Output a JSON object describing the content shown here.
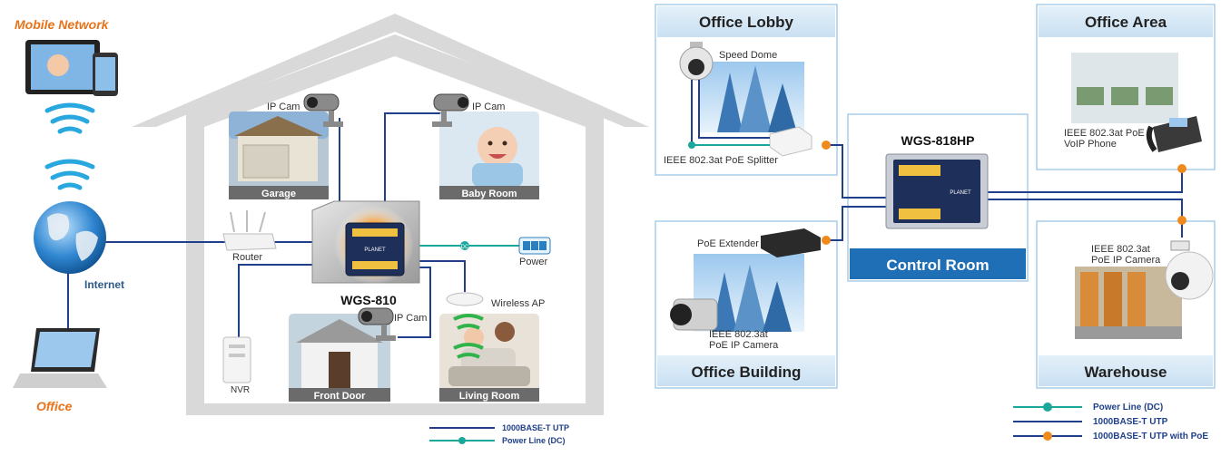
{
  "left": {
    "mobile_network_label": "Mobile Network",
    "internet_label": "Internet",
    "office_label": "Office",
    "router_label": "Router",
    "nvr_label": "NVR",
    "switch_model": "WGS-810",
    "ipcam_labels": [
      "IP Cam",
      "IP Cam",
      "IP Cam"
    ],
    "power_label": "Power",
    "wireless_ap_label": "Wireless AP",
    "rooms": [
      "Garage",
      "Baby Room",
      "Front Door",
      "Living Room"
    ],
    "legend": [
      "1000BASE-T UTP",
      "Power Line (DC)"
    ]
  },
  "right": {
    "panels": [
      "Office Lobby",
      "Office Area",
      "Office Building",
      "Warehouse"
    ],
    "switch_model": "WGS-818HP",
    "control_room_label": "Control Room",
    "speed_dome_label": "Speed Dome",
    "splitter_label": "IEEE 802.3at PoE Splitter",
    "voip_label_1": "IEEE 802.3at PoE",
    "voip_label_2": "VoIP Phone",
    "extender_label": "PoE Extender",
    "building_cam_1": "IEEE 802.3at",
    "building_cam_2": "PoE IP Camera",
    "warehouse_cam_1": "IEEE 802.3at",
    "warehouse_cam_2": "PoE IP Camera",
    "legend": [
      "Power Line (DC)",
      "1000BASE-T UTP",
      "1000BASE-T UTP with PoE"
    ]
  },
  "colors": {
    "utp": "#1f3f8a",
    "power": "#1aa89a",
    "poe": "#f08a1c",
    "house": "#d9d9d9",
    "panel_header": "#d8eaf6",
    "control_room": "#1e6fb5"
  }
}
